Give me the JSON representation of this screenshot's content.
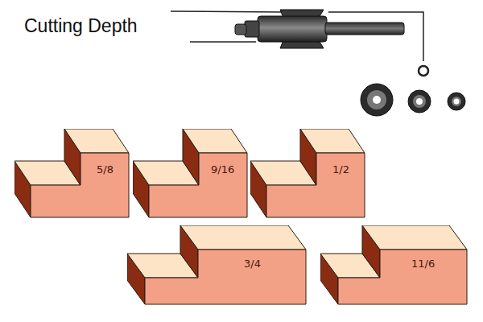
{
  "diagram": {
    "nodes": [
      {
        "text": [
          "5/8"
        ]
      },
      {
        "text": [
          "9/16"
        ]
      },
      {
        "text": [
          "1/2"
        ]
      },
      {
        "text": [
          "3/4"
        ]
      },
      {
        "text": [
          "11/6"
        ]
      }
    ],
    "labels": [
      "Cutting Depth"
    ]
  }
}
